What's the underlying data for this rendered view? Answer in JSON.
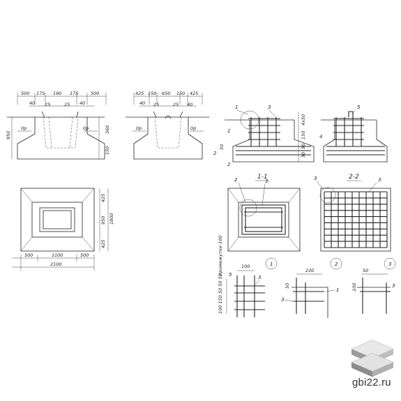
{
  "elevation_1": {
    "top_dims": [
      "500",
      "175",
      "190",
      "175",
      "500"
    ],
    "sub_dims": [
      "40",
      "25",
      "25",
      "40"
    ],
    "side_dims_left": [
      "950"
    ],
    "side_dims_right": [
      "360",
      "150"
    ],
    "level_marks": [
      "0р",
      "0р"
    ]
  },
  "elevation_2": {
    "top_dims": [
      "425",
      "150",
      "650",
      "150",
      "425"
    ],
    "sub_dims": [
      "40",
      "25",
      "25",
      "40"
    ],
    "level_marks": [
      "0р",
      "0р"
    ]
  },
  "plan": {
    "bottom_dims": [
      "500",
      "1100",
      "500"
    ],
    "overall_width": "2100",
    "right_dims": [
      "425",
      "950",
      "425"
    ],
    "overall_height": "1800"
  },
  "reinforcement": {
    "callouts": [
      "1",
      "3",
      "1",
      "2",
      "2",
      "5",
      "4"
    ],
    "right_dims": [
      "4x50",
      "150",
      "50",
      "50"
    ],
    "left_dims": [
      "50"
    ]
  },
  "section_1_1": {
    "title": "1-1",
    "callouts": [
      "2",
      "3"
    ]
  },
  "section_2_2": {
    "title": "2-2",
    "callouts": [
      "3",
      "3"
    ]
  },
  "details": {
    "detail_1": {
      "number": "1",
      "dims": [
        "100"
      ],
      "vertical_note": "промежутки 100",
      "callouts": [
        "5",
        "3"
      ],
      "spacing_label": "100 150 50 50 50"
    },
    "detail_2": {
      "number": "2",
      "dims": [
        "230",
        "50"
      ],
      "callouts": [
        "1",
        "3"
      ]
    },
    "detail_3": {
      "number": "3",
      "dims": [
        "50",
        "100"
      ],
      "callouts": [
        "3"
      ]
    }
  },
  "brand": {
    "site": "gbi22.ru",
    "logo_icon": "stacked-slabs-icon"
  }
}
